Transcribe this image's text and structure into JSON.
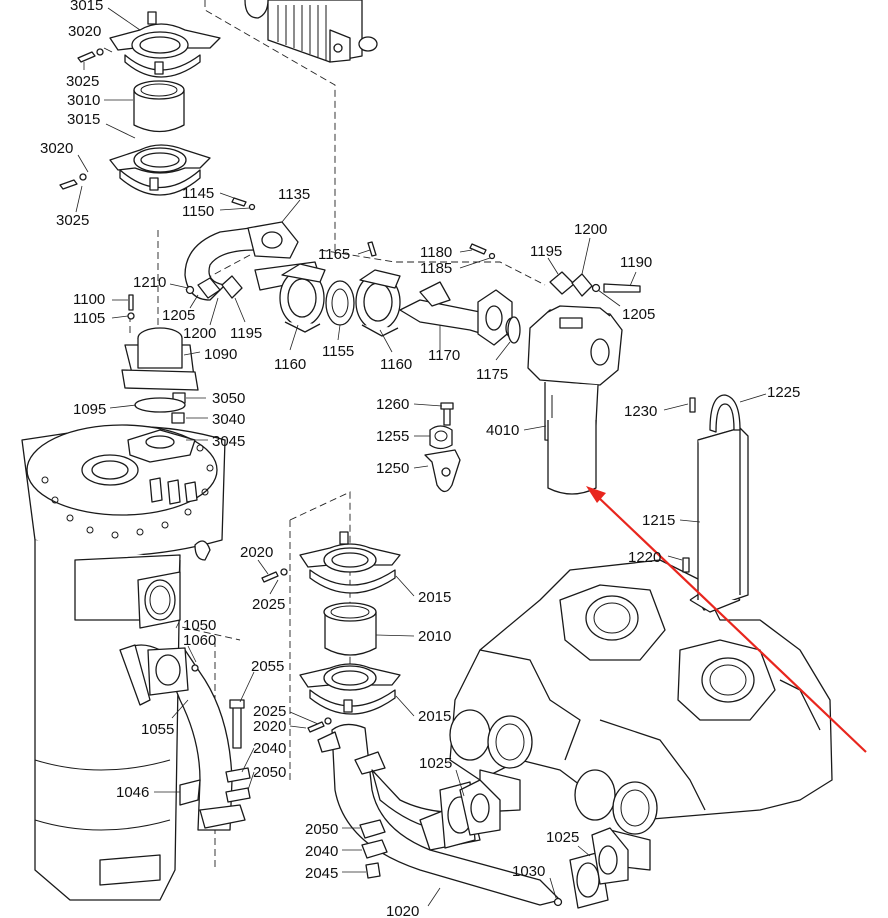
{
  "accent_color": "#e8261e",
  "labels": {
    "l3015a": "3015",
    "l3020a": "3020",
    "l3025a": "3025",
    "l3010": "3010",
    "l3015b": "3015",
    "l3020b": "3020",
    "l3025b": "3025",
    "l1145": "1145",
    "l1135": "1135",
    "l1150": "1150",
    "l1165": "1165",
    "l1180": "1180",
    "l1185": "1185",
    "l1195a": "1195",
    "l1200a": "1200",
    "l1190": "1190",
    "l1205a": "1205",
    "l1210": "1210",
    "l1100": "1100",
    "l1105": "1105",
    "l1205b": "1205",
    "l1200b": "1200",
    "l1195b": "1195",
    "l1160a": "1160",
    "l1155": "1155",
    "l1160b": "1160",
    "l1170": "1170",
    "l1175": "1175",
    "l1090": "1090",
    "l3050": "3050",
    "l1095": "1095",
    "l3040": "3040",
    "l3045": "3045",
    "l1260": "1260",
    "l1255": "1255",
    "l1250": "1250",
    "l4010": "4010",
    "l1230": "1230",
    "l1225": "1225",
    "l1215": "1215",
    "l1220": "1220",
    "l2020a": "2020",
    "l2025a": "2025",
    "l2015a": "2015",
    "l2010": "2010",
    "l1050": "1050",
    "l1060": "1060",
    "l2055": "2055",
    "l1055": "1055",
    "l2025b": "2025",
    "l2020b": "2020",
    "l2015b": "2015",
    "l2040a": "2040",
    "l2050a": "2050",
    "l1046": "1046",
    "l1025a": "1025",
    "l2050b": "2050",
    "l2040b": "2040",
    "l2045": "2045",
    "l1025b": "1025",
    "l1030": "1030",
    "l1020": "1020"
  }
}
